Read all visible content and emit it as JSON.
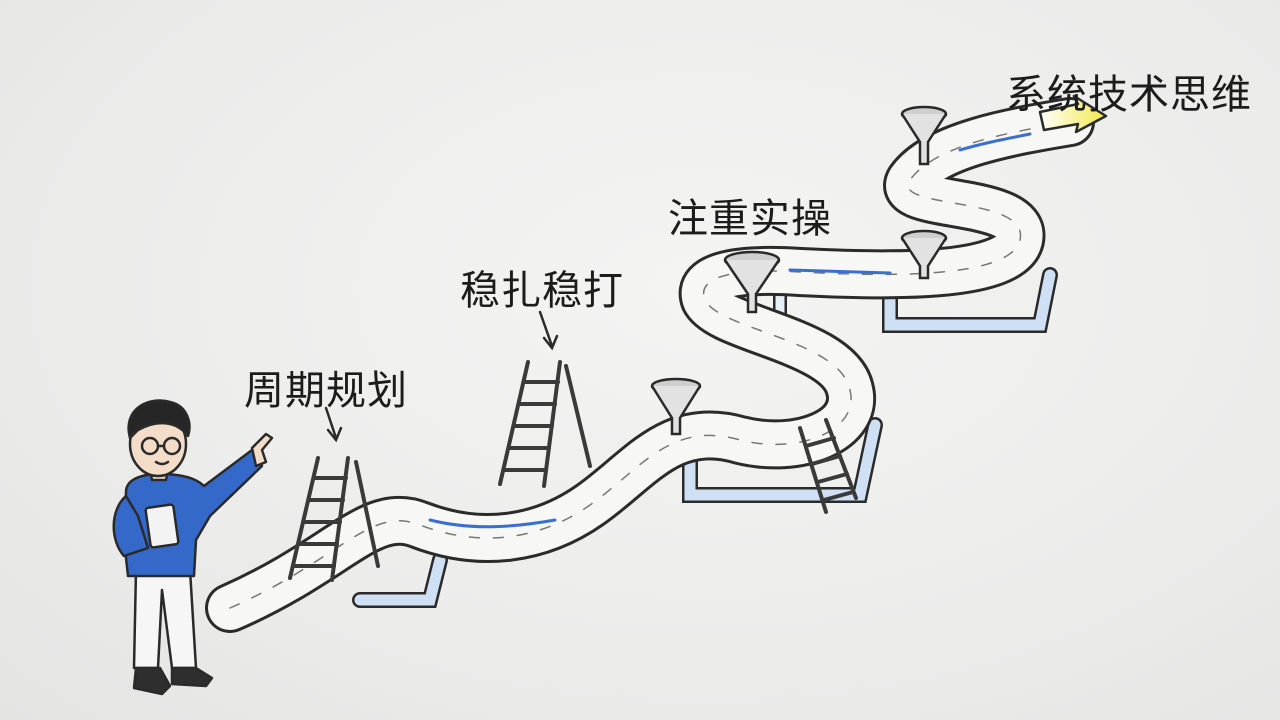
{
  "stages": [
    {
      "label": "周期规划"
    },
    {
      "label": "稳扎稳打"
    },
    {
      "label": "注重实操"
    },
    {
      "label": "系统技术思维"
    }
  ],
  "colors": {
    "ink": "#2a2a2a",
    "road": "#f7f7f6",
    "accent_blue": "#3a6fd0",
    "sweater_blue": "#3569c9",
    "arrow_yellow": "#f2e94a"
  }
}
